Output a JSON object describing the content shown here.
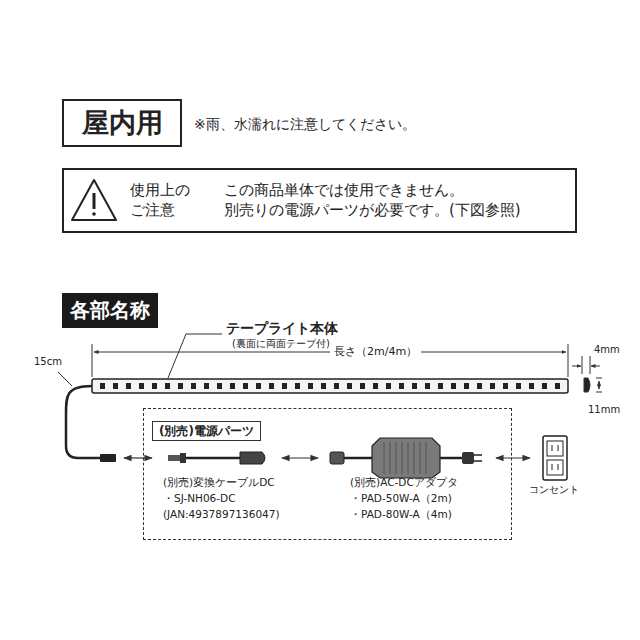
{
  "diagram": {
    "nodes": [
      {
        "text": [
          "屋内用"
        ]
      },
      {
        "text": [
          "使用上の ご注意",
          "この商品単体では使用できません。 別売りの電源パーツが必要です。(下図参照)"
        ]
      },
      {
        "text": [
          "各部名称"
        ]
      },
      {
        "text": [
          "(別売)電源パーツ"
        ]
      }
    ],
    "labels": [
      "※雨、水濡れに注意してください。",
      "テープライト本体",
      "(裏面に両面テープ付)",
      "長さ（2m/4m）",
      "15cm",
      "4mm",
      "11mm",
      "(別売)変換ケーブルDC",
      "・SJ-NH06-DC",
      "(JAN:4937897136047)",
      "(別売)AC-DCアダプタ",
      "・PAD-50W-A（2m)",
      "・PAD-80W-A（4m)",
      "コンセント"
    ]
  }
}
